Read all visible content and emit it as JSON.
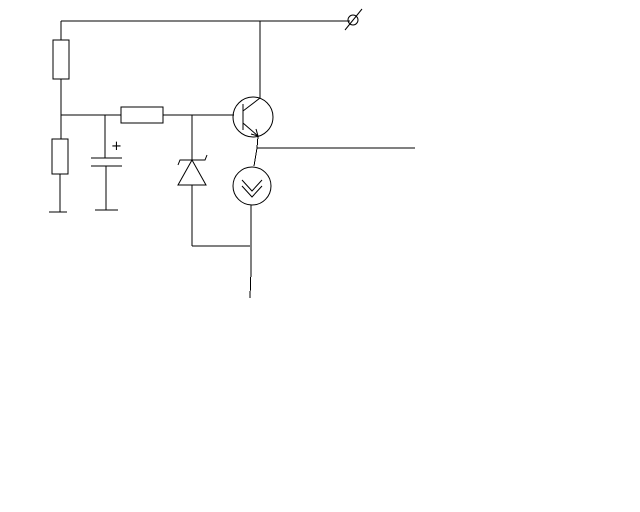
{
  "canvas": {
    "background": "#ffffff",
    "ink": "#000000"
  },
  "components": [
    {
      "name": "resistor-top",
      "kind": "resistor"
    },
    {
      "name": "resistor-bottom",
      "kind": "resistor"
    },
    {
      "name": "resistor-series",
      "kind": "resistor"
    },
    {
      "name": "capacitor-electrolytic",
      "kind": "polarized capacitor"
    },
    {
      "name": "zener-diode",
      "kind": "zener diode"
    },
    {
      "name": "transistor",
      "kind": "NPN bipolar transistor"
    },
    {
      "name": "current-source",
      "kind": "current regulator"
    },
    {
      "name": "supply-terminal",
      "kind": "terminal"
    }
  ],
  "labels": {
    "capacitor_polarity": "+"
  }
}
